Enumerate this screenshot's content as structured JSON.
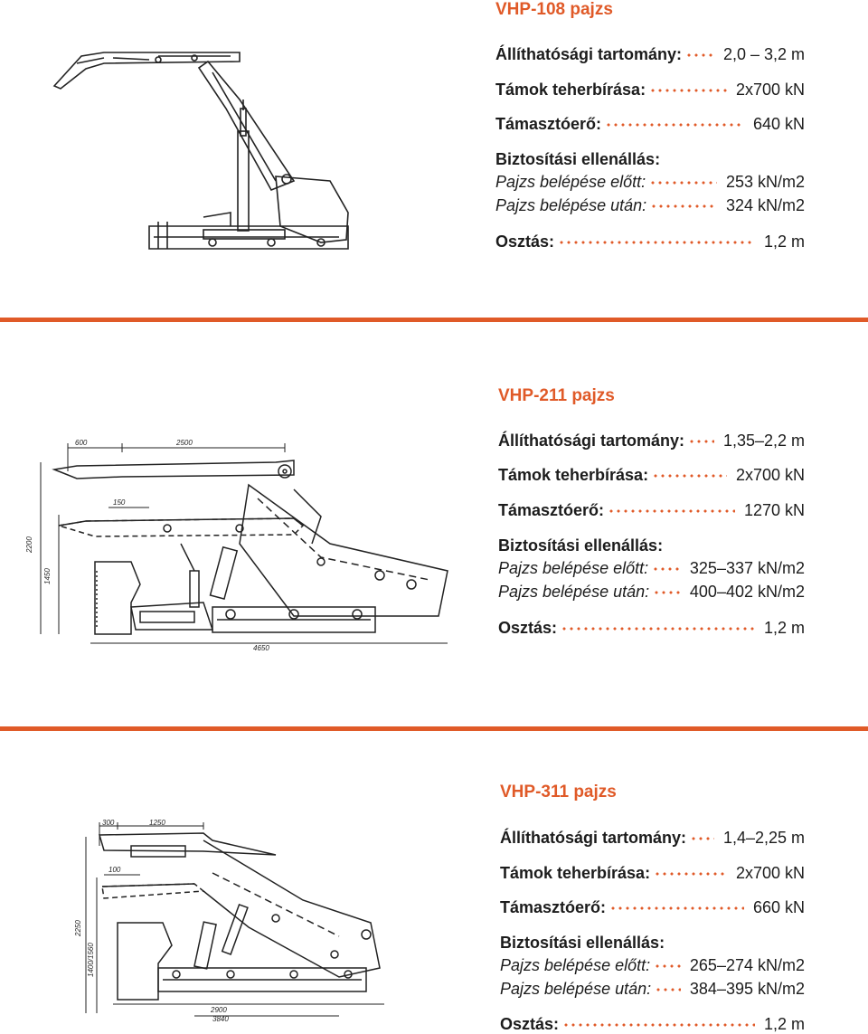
{
  "shields": [
    {
      "title": "VHP-108 pajzs",
      "adjust_label": "Állíthatósági tartomány:",
      "adjust_value": "2,0 – 3,2 m",
      "props_label": "Támok teherbírása:",
      "props_value": "2x700 kN",
      "support_label": "Támasztóerő:",
      "support_value": "640 kN",
      "resistance_label": "Biztosítási ellenállás:",
      "before_label": "Pajzs belépése előtt:",
      "before_value": "253 kN/m2",
      "after_label": "Pajzs belépése után:",
      "after_value": "324 kN/m2",
      "spacing_label": "Osztás:",
      "spacing_value": "1,2 m",
      "drawing_icon": "shield-drawing-icon"
    },
    {
      "title": "VHP-211 pajzs",
      "adjust_label": "Állíthatósági tartomány:",
      "adjust_value": "1,35–2,2 m",
      "props_label": "Támok teherbírása:",
      "props_value": "2x700 kN",
      "support_label": "Támasztóerő:",
      "support_value": "1270 kN",
      "resistance_label": "Biztosítási ellenállás:",
      "before_label": "Pajzs belépése előtt:",
      "before_value": "325–337 kN/m2",
      "after_label": "Pajzs belépése után:",
      "after_value": "400–402 kN/m2",
      "spacing_label": "Osztás:",
      "spacing_value": "1,2 m",
      "drawing_icon": "shield-drawing-icon",
      "dimensions": [
        "600",
        "2500",
        "150",
        "2200",
        "1450",
        "4650"
      ]
    },
    {
      "title": "VHP-311 pajzs",
      "adjust_label": "Állíthatósági tartomány:",
      "adjust_value": "1,4–2,25 m",
      "props_label": "Támok teherbírása:",
      "props_value": "2x700 kN",
      "support_label": "Támasztóerő:",
      "support_value": "660 kN",
      "resistance_label": "Biztosítási ellenállás:",
      "before_label": "Pajzs belépése előtt:",
      "before_value": "265–274 kN/m2",
      "after_label": "Pajzs belépése után:",
      "after_value": "384–395 kN/m2",
      "spacing_label": "Osztás:",
      "spacing_value": "1,2 m",
      "drawing_icon": "shield-drawing-icon",
      "dimensions": [
        "300",
        "1250",
        "100",
        "2250",
        "1400/1560",
        "3840",
        "2900"
      ]
    }
  ],
  "colors": {
    "accent": "#e05a28",
    "text": "#1c1c1c",
    "background": "#ffffff"
  }
}
